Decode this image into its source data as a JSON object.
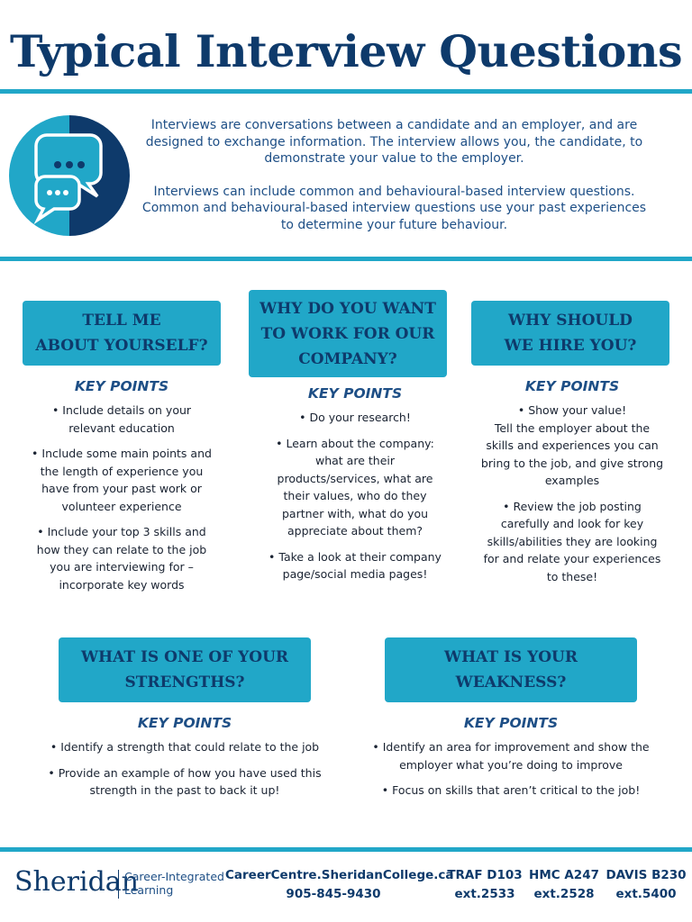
{
  "title": "Typical Interview Questions",
  "intro": {
    "paragraph1": "Interviews are conversations between a candidate and an employer, and are designed to exchange information. The interview allows you, the candidate, to demonstrate your value to the employer.",
    "paragraph2": "Interviews can include common and behavioural-based interview questions. Common and behavioural-based interview questions use your past experiences to determine your future behaviour."
  },
  "key_points_label": "KEY POINTS",
  "questions": [
    {
      "question": "TELL ME\nABOUT YOURSELF?",
      "points": [
        "• Include details on your\nrelevant education",
        "• Include some main points and\nthe length of experience you\nhave from your past work or\nvolunteer experience",
        "• Include your top 3 skills and\nhow they can relate to the job\nyou are interviewing for –\nincorporate key words"
      ]
    },
    {
      "question": "WHY DO YOU WANT\nTO WORK FOR OUR\nCOMPANY?",
      "points": [
        "• Do your research!",
        "• Learn about the company:\nwhat are their\nproducts/services, what are\ntheir values, who do they\npartner with, what do you\nappreciate about them?",
        "• Take a look at their company\npage/social media pages!"
      ]
    },
    {
      "question": "WHY SHOULD\nWE HIRE YOU?",
      "points": [
        "• Show your value!\nTell the employer about the\nskills and experiences you can\nbring to the job, and give strong\nexamples",
        "• Review the job posting\ncarefully and look for key\nskills/abilities they are looking\nfor and relate your experiences\nto these!"
      ]
    },
    {
      "question": "WHAT IS ONE OF YOUR\nSTRENGTHS?",
      "points": [
        "• Identify a strength that could relate to the job",
        "• Provide an example of how you have used this\nstrength in the past to back it up!"
      ]
    },
    {
      "question": "WHAT IS YOUR\nWEAKNESS?",
      "points": [
        "• Identify an area for improvement and show the\nemployer what you’re doing to improve",
        "• Focus on skills that aren’t critical to the job!"
      ]
    }
  ],
  "footer": {
    "logo": "Sheridan",
    "sub_line1": "Career-Integrated",
    "sub_line2": "Learning",
    "website": "CareerCentre.SheridanCollege.ca",
    "phone": "905-845-9430",
    "locations": [
      {
        "room": "TRAF D103",
        "ext": "ext.2533"
      },
      {
        "room": "HMC A247",
        "ext": "ext.2528"
      },
      {
        "room": "DAVIS B230",
        "ext": "ext.5400"
      }
    ]
  },
  "colors": {
    "navy": "#0e3a6b",
    "accent": "#21a7c8"
  },
  "icons": {
    "intro": "speech-bubbles-icon"
  }
}
